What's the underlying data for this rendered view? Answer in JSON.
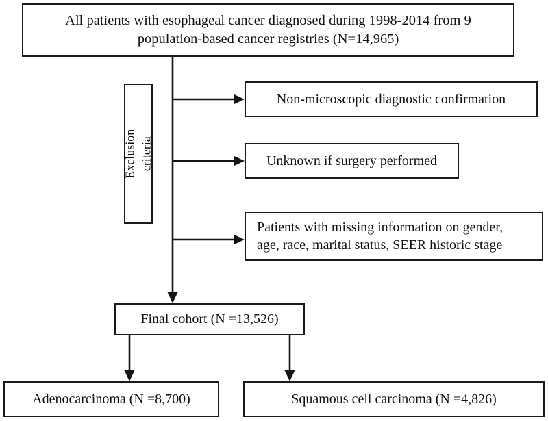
{
  "diagram": {
    "type": "flowchart",
    "title": "Patient selection flow diagram",
    "orientation": "top-to-bottom with right-side exclusion branches",
    "nodes": {
      "source": {
        "label": "All patients with esophageal cancer diagnosed during 1998-2014 from 9\npopulation-based cancer registries (N=14,965)",
        "count": 14965
      },
      "exclusion_group": {
        "label": "Exclusion criteria"
      },
      "exclusion_1": {
        "label": "Non-microscopic diagnostic confirmation"
      },
      "exclusion_2": {
        "label": "Unknown if surgery performed"
      },
      "exclusion_3": {
        "label": "Patients with missing information on gender,\nage, race, marital status, SEER historic stage"
      },
      "final_cohort": {
        "label": "Final cohort (N =13,526)",
        "count": 13526
      },
      "adenocarcinoma": {
        "label": "Adenocarcinoma (N =8,700)",
        "count": 8700
      },
      "squamous": {
        "label": "Squamous cell carcinoma (N =4,826)",
        "count": 4826
      }
    },
    "colors": {
      "border": "#1a1a1a",
      "background": "#ffffff",
      "text": "#111111",
      "connector": "#141414"
    }
  }
}
